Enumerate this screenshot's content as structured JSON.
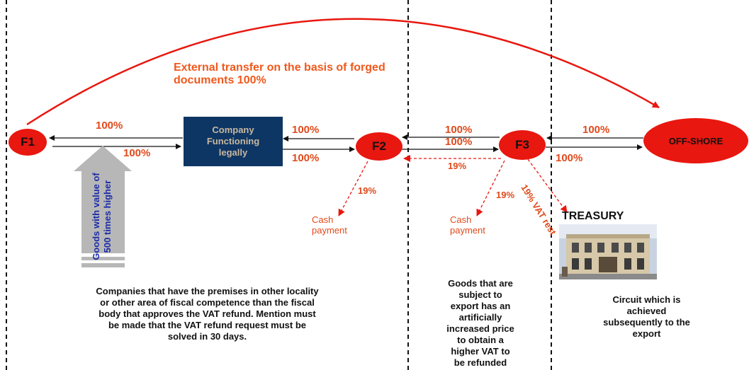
{
  "title_line1": "External transfer  on the basis of forged",
  "title_line2": "documents 100%",
  "nodes": {
    "f1": "F1",
    "f2": "F2",
    "f3": "F3",
    "offshore": "OFF-SHORE",
    "company": "Company Functioning legally"
  },
  "flows": {
    "company_to_f1": "100%",
    "f1_to_company": "100%",
    "f2_to_company": "100%",
    "company_to_f2": "100%",
    "f3_to_f2_top": "100%",
    "f3_to_f2_bottom": "100%",
    "offshore_to_f3": "100%",
    "f3_to_offshore": "100%",
    "f3_to_f2_dashed": "19%",
    "f2_cash_pct": "19%",
    "f3_cash_pct": "19%",
    "vat_rest": "19% VAT rest"
  },
  "cash_label_line1": "Cash",
  "cash_label_line2": "payment",
  "goods_arrow_line1": "Goods with value of",
  "goods_arrow_line2": "500 times higher",
  "treasury": "TREASURY",
  "notes": {
    "left": [
      "Companies that have the premises in other locality",
      "or other area of fiscal competence than the fiscal",
      "body that approves the VAT refund. Mention must",
      "be made that the VAT refund request  must be",
      "solved in 30 days."
    ],
    "middle": [
      "Goods that are",
      "subject to",
      "export has an",
      "artificially",
      "increased price",
      "to obtain a",
      "higher VAT to",
      "be refunded"
    ],
    "right": [
      "Circuit which is",
      "achieved",
      "subsequently to the",
      "export"
    ]
  },
  "colors": {
    "node_red": "#e8170f",
    "label_orange": "#e04a1c",
    "company_navy": "#0d3664",
    "arrow_grey": "#b7b7b7"
  }
}
